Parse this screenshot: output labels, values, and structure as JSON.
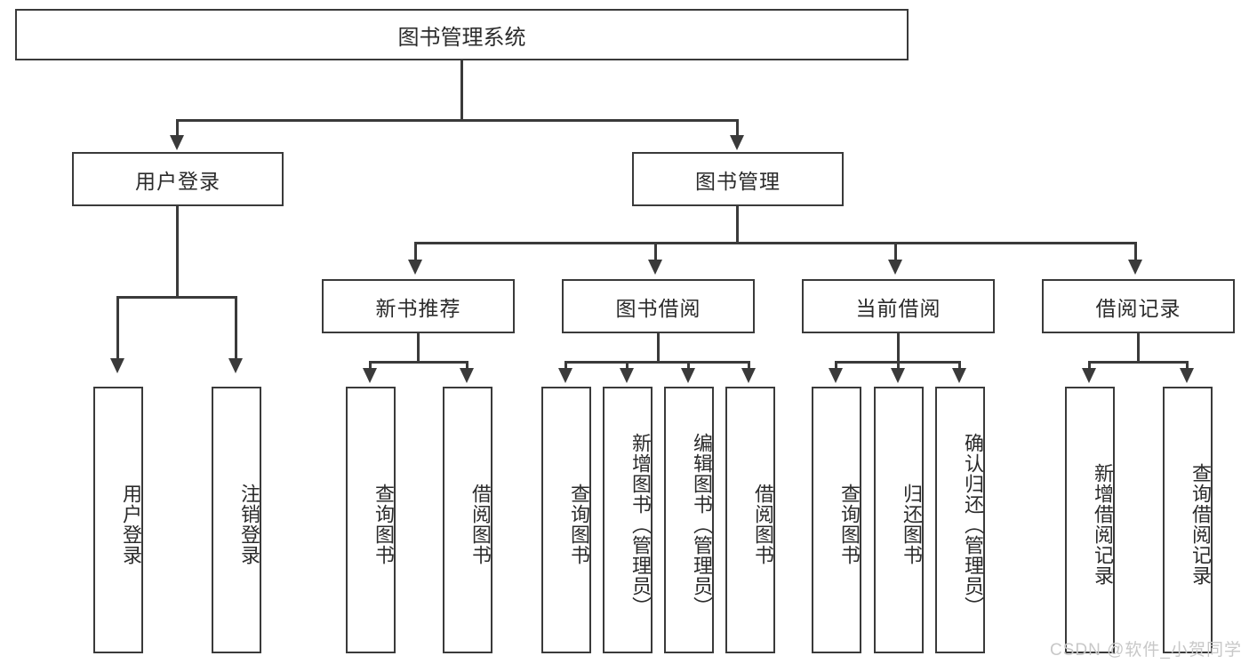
{
  "diagram": {
    "type": "tree",
    "title": "图书管理系统",
    "root": {
      "label": "图书管理系统"
    },
    "level2": [
      {
        "label": "用户登录"
      },
      {
        "label": "图书管理"
      }
    ],
    "level3": [
      {
        "label": "新书推荐"
      },
      {
        "label": "图书借阅"
      },
      {
        "label": "当前借阅"
      },
      {
        "label": "借阅记录"
      }
    ],
    "leaves": {
      "user_login": [
        {
          "label": "用户登录"
        },
        {
          "label": "注销登录"
        }
      ],
      "new_book_recommend": [
        {
          "label": "查询图书"
        },
        {
          "label": "借阅图书"
        }
      ],
      "book_borrow": [
        {
          "label": "查询图书"
        },
        {
          "label": "新增图书（管理员）"
        },
        {
          "label": "编辑图书（管理员）"
        },
        {
          "label": "借阅图书"
        }
      ],
      "current_borrow": [
        {
          "label": "查询图书"
        },
        {
          "label": "归还图书"
        },
        {
          "label": "确认归还（管理员）"
        }
      ],
      "borrow_record": [
        {
          "label": "新增借阅记录"
        },
        {
          "label": "查询借阅记录"
        }
      ]
    }
  },
  "watermark": {
    "text": "CSDN @软件_小贺同学"
  },
  "colors": {
    "stroke": "#3a3a3a",
    "background": "#ffffff",
    "text": "#2b2b2b",
    "watermark": "#c8c8c8"
  }
}
